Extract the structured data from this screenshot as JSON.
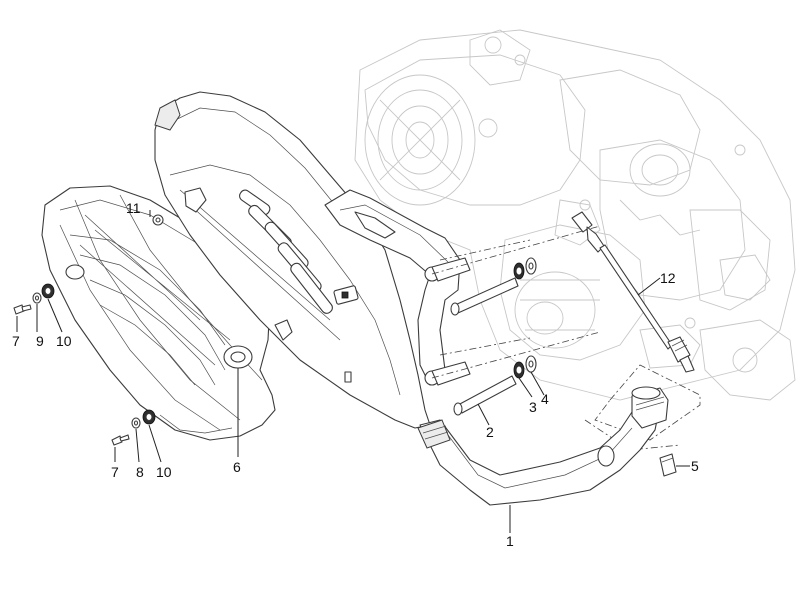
{
  "callouts": {
    "c1": "1",
    "c2": "2",
    "c3": "3",
    "c4": "4",
    "c5": "5",
    "c6": "6",
    "c7a": "7",
    "c7b": "7",
    "c8": "8",
    "c9": "9",
    "c10a": "10",
    "c10b": "10",
    "c11": "11",
    "c12": "12"
  }
}
